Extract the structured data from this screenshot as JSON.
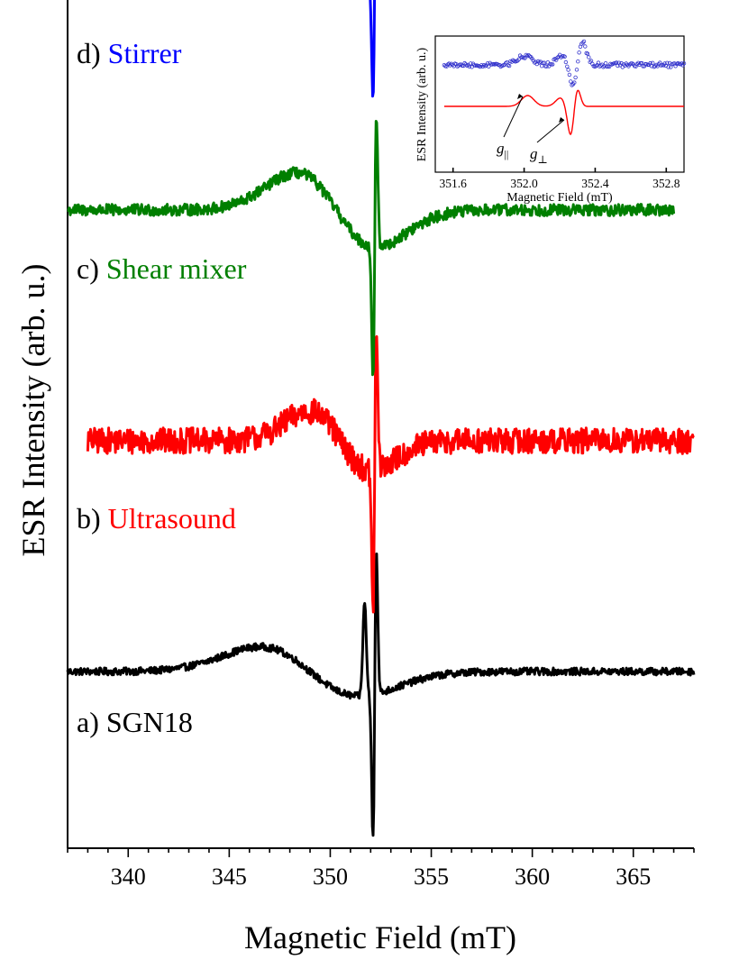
{
  "chart_data": [
    {
      "type": "line",
      "xlabel": "Magnetic Field (mT)",
      "ylabel": "ESR Intensity (arb. u.)",
      "xlim": [
        337,
        368
      ],
      "xticks": [
        340,
        345,
        350,
        355,
        360,
        365
      ],
      "stacked_offset": true,
      "grid": false,
      "series": [
        {
          "name": "a) SGN18",
          "prefix": "a)",
          "label": "SGN18",
          "color": "#000000",
          "prefix_color": "#000000",
          "x_range": [
            337,
            368
          ],
          "y_offset": 0,
          "noise": 0.05,
          "broad_amp": 0.5,
          "broad_center": 349,
          "broad_width": 3.5,
          "narrow_center": 352.2,
          "narrow_amp": 2.9,
          "narrow_width": 0.12,
          "extra_peak": {
            "center": 351.7,
            "amp": 1.3,
            "width": 0.12
          }
        },
        {
          "name": "b) Ultrasound",
          "prefix": "b)",
          "label": "Ultrasound",
          "color": "#ff0000",
          "prefix_color": "#000000",
          "x_range": [
            338,
            368
          ],
          "y_offset": 3.2,
          "noise": 0.18,
          "broad_amp": 0.6,
          "broad_center": 350.5,
          "broad_width": 2.2,
          "narrow_center": 352.2,
          "narrow_amp": 2.8,
          "narrow_width": 0.12
        },
        {
          "name": "c) Shear mixer",
          "prefix": "c)",
          "label": "Shear mixer",
          "color": "#007f00",
          "prefix_color": "#000000",
          "x_range": [
            337,
            367
          ],
          "y_offset": 6.4,
          "noise": 0.08,
          "broad_amp": 0.75,
          "broad_center": 350.3,
          "broad_width": 2.8,
          "narrow_center": 352.2,
          "narrow_amp": 2.6,
          "narrow_width": 0.12
        },
        {
          "name": "d) Stirrer",
          "prefix": "d)",
          "label": "Stirrer",
          "color": "#0000ff",
          "prefix_color": "#000000",
          "x_range": [
            337,
            367
          ],
          "y_offset": 9.9,
          "noise": 0.08,
          "broad_amp": 0.5,
          "broad_center": 351,
          "broad_width": 2.5,
          "narrow_center": 352.2,
          "narrow_amp": 2.5,
          "narrow_width": 0.12
        }
      ]
    },
    {
      "type": "line",
      "inset": true,
      "xlabel": "Magnetic Field (mT)",
      "ylabel": "ESR Intensity (arb. u.)",
      "xlim": [
        351.5,
        352.9
      ],
      "xticks": [
        "351.6",
        "352.0",
        "352.4",
        "352.8"
      ],
      "series": [
        {
          "name": "experimental",
          "style": "markers",
          "color": "#3333cc",
          "points": 200
        },
        {
          "name": "simulation",
          "style": "line",
          "color": "#ff0000"
        }
      ],
      "annotations": [
        {
          "text": "g",
          "subscript": "||",
          "target_x": 352.0
        },
        {
          "text": "g",
          "subscript": "⊥",
          "target_x": 352.25
        }
      ]
    }
  ]
}
